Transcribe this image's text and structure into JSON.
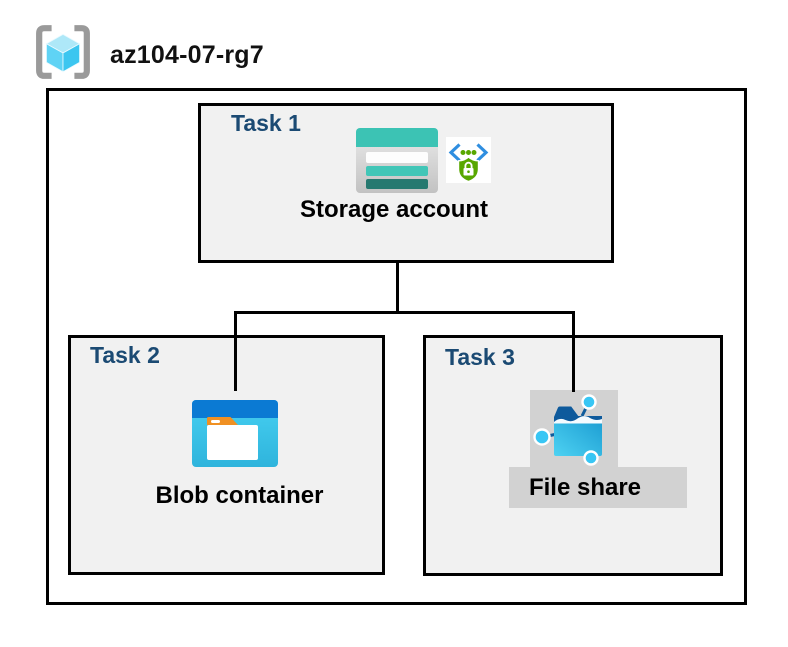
{
  "header": {
    "title": "az104-07-rg7",
    "icon": "resource-group-icon"
  },
  "tasks": [
    {
      "label": "Task 1",
      "item_label": "Storage account",
      "icons": [
        "storage-account-icon",
        "secure-endpoint-icon"
      ]
    },
    {
      "label": "Task 2",
      "item_label": "Blob container",
      "icons": [
        "blob-container-icon"
      ]
    },
    {
      "label": "Task 3",
      "item_label": "File share",
      "icons": [
        "file-share-icon"
      ]
    }
  ],
  "connectors": [
    "storage-account-to-junction",
    "junction-horizontal",
    "junction-to-blob-container",
    "junction-to-file-share"
  ],
  "colors": {
    "task_label_blue": "#1B4A73",
    "box_fill_gray": "#F1F1F1",
    "border_black": "#000000",
    "bracket_gray": "#9A9A9A",
    "cube_top_blue": "#AEE8F8",
    "cube_left_blue": "#5FD3F5",
    "cube_right_blue": "#3CC6F0",
    "storage_teal": "#3CC3B4",
    "storage_teal_dark": "#267970",
    "chevron_blue": "#2F8EE0",
    "shield_green": "#58A700",
    "blob_top_blue": "#0B7AD3",
    "blob_body_cyan": "#3DCBF1",
    "blob_tab_orange": "#F09022",
    "fileshare_navy": "#0F5C9C",
    "fileshare_cyan": "#38C6F4",
    "tile_gray": "#D2D2D2"
  }
}
